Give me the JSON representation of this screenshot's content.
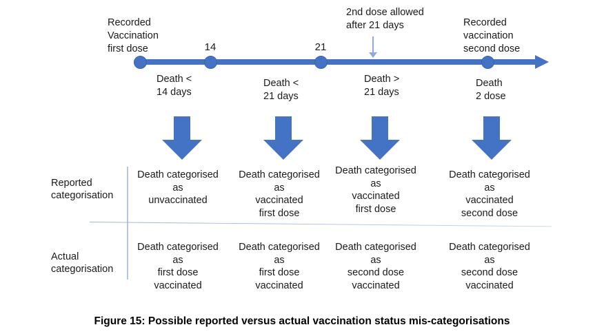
{
  "figure": {
    "caption": "Figure 15: Possible reported versus actual vaccination status mis-categorisations",
    "accent_color": "#4472C4",
    "divider_color": "#B4C6E7"
  },
  "timeline": {
    "axis_label_icon": "right-arrow-icon",
    "points": [
      {
        "id": "first-dose",
        "tick_label": "",
        "above_label": "Recorded\nVaccination\nfirst dose",
        "above_line1": "Recorded",
        "above_line2": "Vaccination",
        "above_line3": "first dose"
      },
      {
        "id": "day-14",
        "tick_label": "14",
        "above_label": ""
      },
      {
        "id": "day-21",
        "tick_label": "21",
        "above_label": ""
      },
      {
        "id": "second-dose",
        "tick_label": "",
        "above_line1": "Recorded",
        "above_line2": "vaccination",
        "above_line3": "second dose"
      }
    ],
    "annotation": {
      "line1": "2nd dose allowed",
      "line2": "after 21 days",
      "pointer_icon": "down-arrow-icon"
    },
    "intervals": [
      {
        "line1": "Death <",
        "line2": "14 days"
      },
      {
        "line1": "Death <",
        "line2": "21 days"
      },
      {
        "line1": "Death >",
        "line2": "21 days"
      },
      {
        "line1": "Death",
        "line2": "2 dose"
      }
    ]
  },
  "arrows": {
    "icon": "down-arrow-icon",
    "count": 4
  },
  "table": {
    "rows": [
      {
        "id": "reported",
        "label_line1": "Reported",
        "label_line2": "categorisation",
        "cells": [
          {
            "l1": "Death categorised",
            "l2": "as",
            "l3": "unvaccinated",
            "l4": ""
          },
          {
            "l1": "Death categorised",
            "l2": "as",
            "l3": "vaccinated",
            "l4": "first dose"
          },
          {
            "l1": "Death categorised",
            "l2": "as",
            "l3": "vaccinated",
            "l4": "first dose"
          },
          {
            "l1": "Death categorised",
            "l2": "as",
            "l3": "vaccinated",
            "l4": "second dose"
          }
        ]
      },
      {
        "id": "actual",
        "label_line1": "Actual",
        "label_line2": "categorisation",
        "cells": [
          {
            "l1": "Death categorised",
            "l2": "as",
            "l3": "first dose",
            "l4": "vaccinated"
          },
          {
            "l1": "Death categorised",
            "l2": "as",
            "l3": "first dose",
            "l4": "vaccinated"
          },
          {
            "l1": "Death categorised",
            "l2": "as",
            "l3": "second dose",
            "l4": "vaccinated"
          },
          {
            "l1": "Death categorised",
            "l2": "as",
            "l3": "second dose",
            "l4": "vaccinated"
          }
        ]
      }
    ]
  }
}
